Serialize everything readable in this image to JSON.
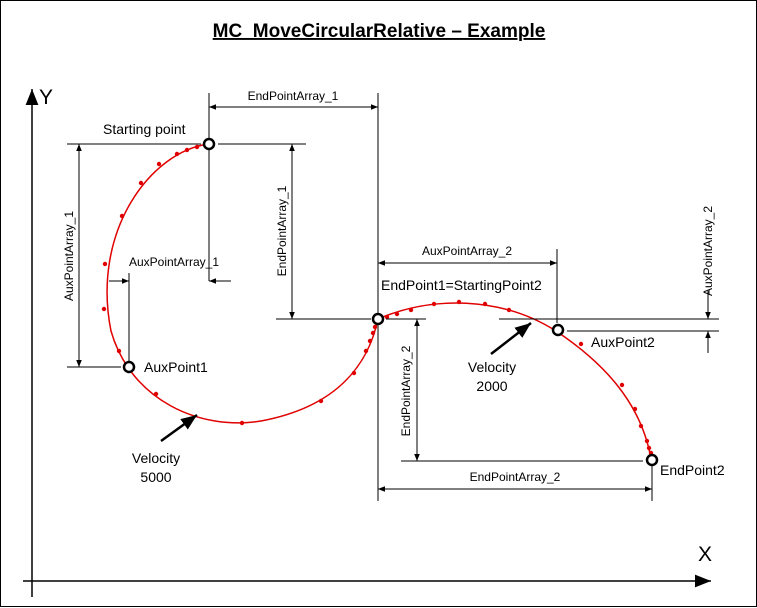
{
  "title": "MC_MoveCircularRelative  – Example ",
  "axes": {
    "x": "X",
    "y": "Y"
  },
  "labels": {
    "starting_point": "Starting point",
    "aux_point1": "AuxPoint1",
    "aux_point2": "AuxPoint2",
    "endpoint1": "EndPoint1=StartingPoint2",
    "endpoint2": "EndPoint2",
    "velocity1_label": "Velocity",
    "velocity1_value": "5000",
    "velocity2_label": "Velocity",
    "velocity2_value": "2000"
  },
  "dimensions": {
    "endpointarray1_horizontal": "EndPointArray_1",
    "endpointarray1_vertical": "EndPointArray_1",
    "auxpointarray1_vertical": "AuxPointArray_1",
    "auxpointarray1_horizontal": "AuxPointArray_1",
    "auxpointarray2_horizontal": "AuxPointArray_2",
    "auxpointarray2_vertical": "AuxPointArray_2",
    "endpointarray2_vertical": "EndPointArray_2",
    "endpointarray2_horizontal": "EndPointArray_2"
  },
  "colors": {
    "curve": "#e00000",
    "lines": "#000000"
  }
}
